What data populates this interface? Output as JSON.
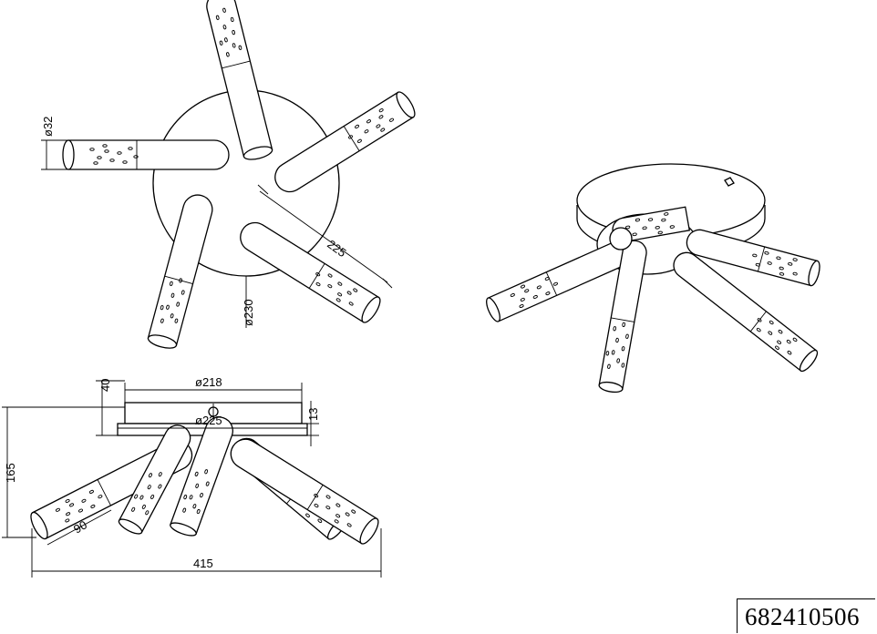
{
  "dimensions": {
    "tube_diameter": "ø32",
    "arm_length": "225",
    "base_diameter": "ø230",
    "plate_diameter": "ø218",
    "canopy_diameter": "ø225",
    "canopy_height": "40",
    "plate_thickness": "13",
    "total_height": "165",
    "tube_projection": "90",
    "total_width": "415"
  },
  "product_code": "682410506"
}
